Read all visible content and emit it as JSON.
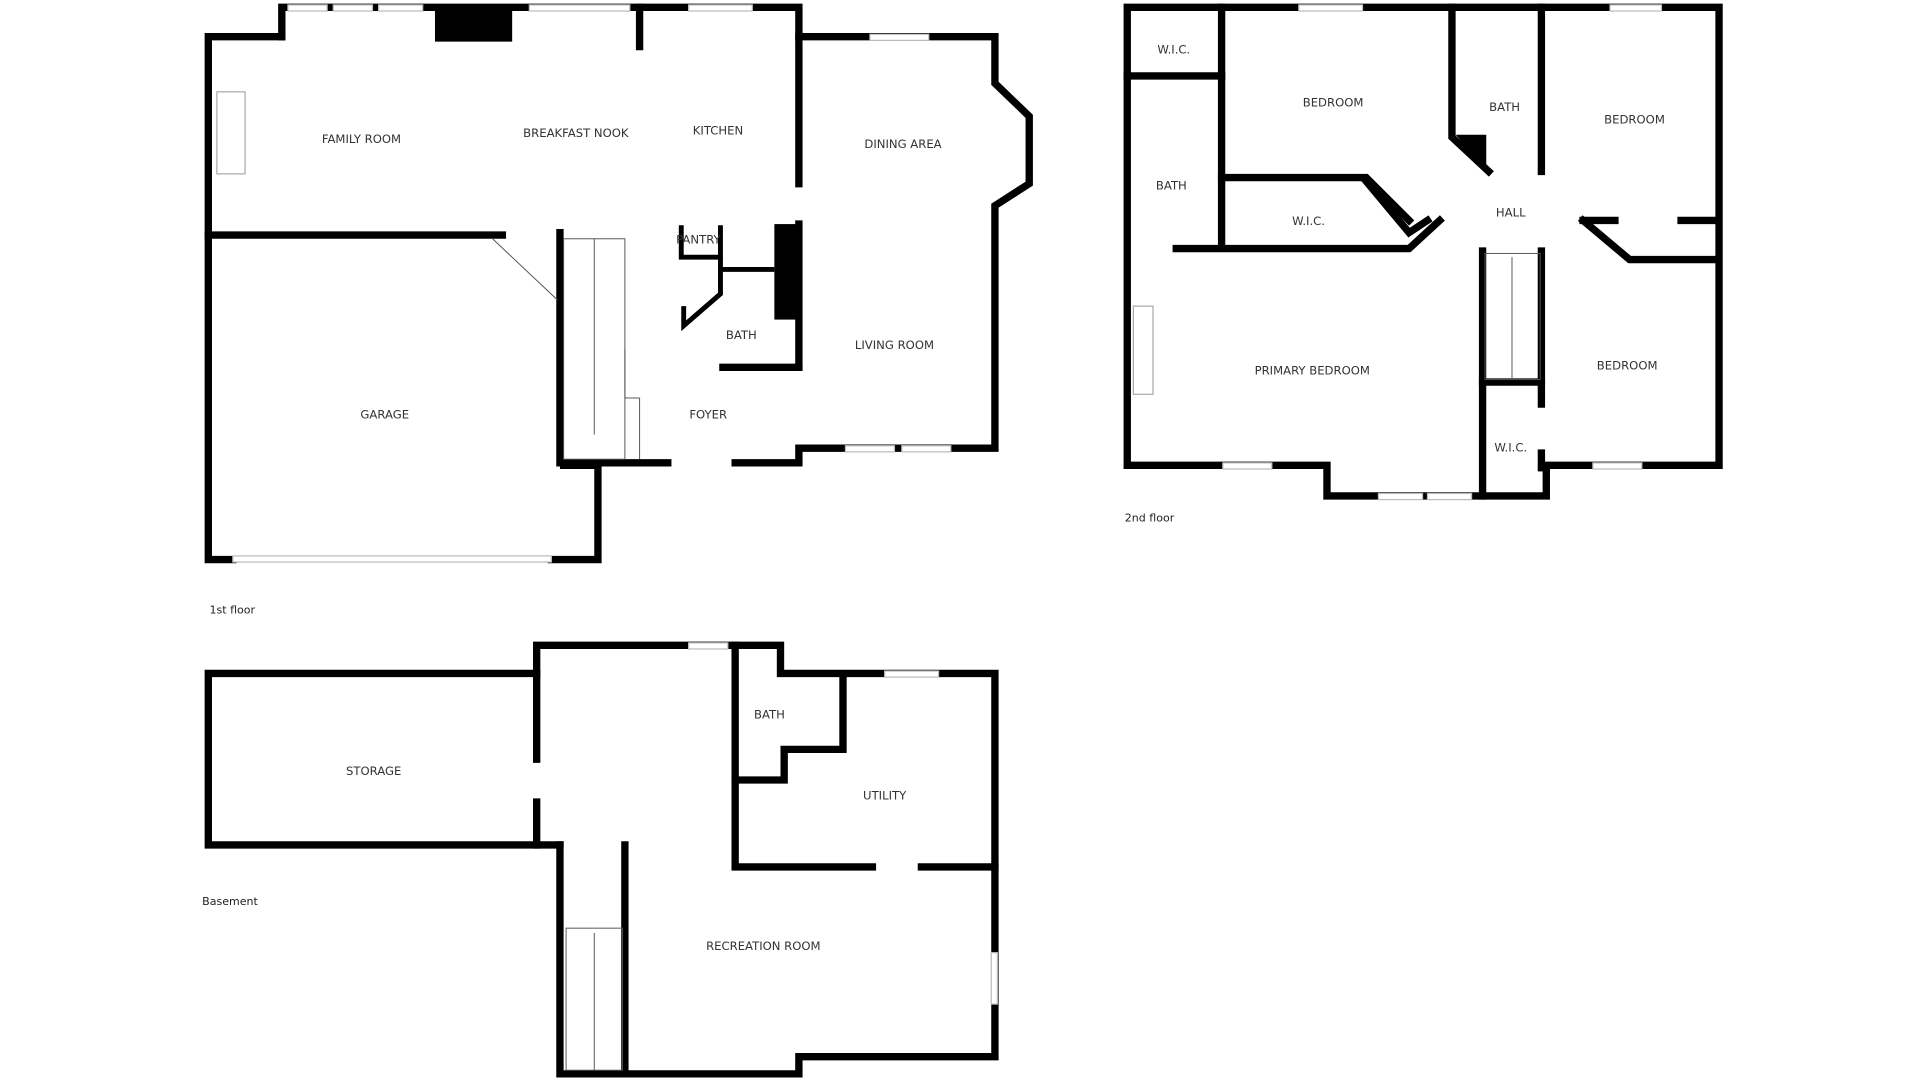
{
  "floors": {
    "first": {
      "label": "1st floor",
      "rooms": {
        "family_room": "FAMILY ROOM",
        "breakfast_nook": "BREAKFAST NOOK",
        "kitchen": "KITCHEN",
        "dining_area": "DINING AREA",
        "pantry": "PANTRY",
        "bath": "BATH",
        "living_room": "LIVING ROOM",
        "garage": "GARAGE",
        "foyer": "FOYER"
      }
    },
    "second": {
      "label": "2nd floor",
      "rooms": {
        "wic_1": "W.I.C.",
        "bedroom_1": "BEDROOM",
        "bath_1": "BATH",
        "bedroom_2": "BEDROOM",
        "bath_2": "BATH",
        "wic_2": "W.I.C.",
        "hall": "HALL",
        "primary_bedroom": "PRIMARY BEDROOM",
        "bedroom_3": "BEDROOM",
        "wic_3": "W.I.C."
      }
    },
    "basement": {
      "label": "Basement",
      "rooms": {
        "storage": "STORAGE",
        "bath": "BATH",
        "utility": "UTILITY",
        "recreation_room": "RECREATION ROOM"
      }
    }
  },
  "colors": {
    "wall": "#000000",
    "window": "#bbbbbb",
    "background": "#ffffff"
  }
}
